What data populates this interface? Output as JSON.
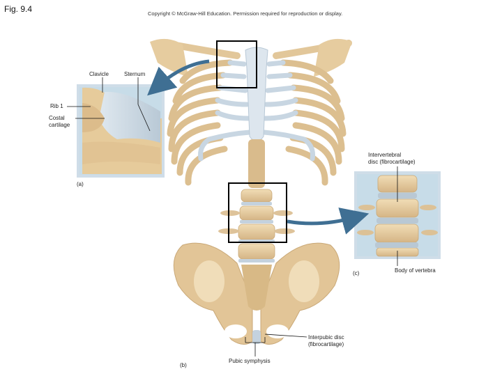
{
  "figure_number": "Fig. 9.4",
  "copyright": "Copyright © McGraw-Hill Education. Permission required for reproduction or display.",
  "panel_a": {
    "tag": "(a)",
    "labels": {
      "clavicle": "Clavicle",
      "sternum": "Sternum",
      "rib1": "Rib 1",
      "costal_line1": "Costal",
      "costal_line2": "cartilage"
    }
  },
  "panel_b": {
    "tag": "(b)",
    "labels": {
      "interpubic_line1": "Interpubic disc",
      "interpubic_line2": "(fibrocartilage)",
      "pubic_symphysis": "Pubic symphysis"
    }
  },
  "panel_c": {
    "tag": "(c)",
    "labels": {
      "intervertebral_line1": "Intervertebral",
      "intervertebral_line2": "disc (fibrocartilage)",
      "body_of_vertebra": "Body of vertebra"
    }
  },
  "colors": {
    "bone": "#e8cfa3",
    "bone_shadow": "#c9a877",
    "cartilage": "#c9d7e3",
    "inset_bg": "#c7dce8",
    "inset_border": "#cfdde8",
    "arrow": "#3f6f93",
    "callout_box": "#000000"
  }
}
